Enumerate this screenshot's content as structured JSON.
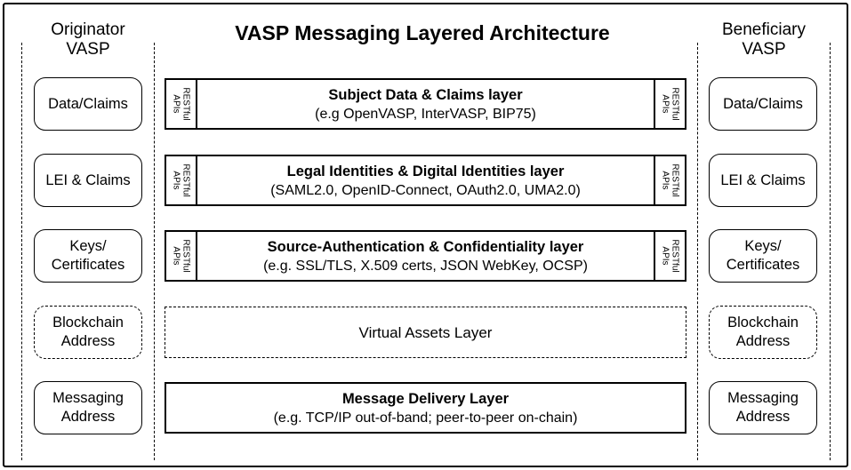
{
  "title": "VASP Messaging Layered Architecture",
  "originator": {
    "title_lines": [
      "Originator",
      "VASP"
    ]
  },
  "beneficiary": {
    "title_lines": [
      "Beneficiary",
      "VASP"
    ]
  },
  "side_boxes": [
    {
      "lines": [
        "Data/Claims"
      ],
      "style": "solid"
    },
    {
      "lines": [
        "LEI & Claims"
      ],
      "style": "solid"
    },
    {
      "lines": [
        "Keys/",
        "Certificates"
      ],
      "style": "solid"
    },
    {
      "lines": [
        "Blockchain",
        "Address"
      ],
      "style": "dashed"
    },
    {
      "lines": [
        "Messaging",
        "Address"
      ],
      "style": "solid"
    }
  ],
  "api_label": {
    "lines": [
      "RESTful",
      "APIs"
    ]
  },
  "layers": [
    {
      "name": "Subject Data & Claims layer",
      "sub": "(e.g OpenVASP, InterVASP, BIP75)"
    },
    {
      "name": "Legal Identities & Digital Identities layer",
      "sub": "(SAML2.0, OpenID-Connect, OAuth2.0, UMA2.0)"
    },
    {
      "name": "Source-Authentication & Confidentiality layer",
      "sub": "(e.g. SSL/TLS, X.509 certs, JSON WebKey, OCSP)"
    },
    {
      "name": "Virtual Assets Layer",
      "sub": ""
    },
    {
      "name": "Message Delivery Layer",
      "sub": "(e.g. TCP/IP out-of-band;  peer-to-peer on-chain)"
    }
  ]
}
